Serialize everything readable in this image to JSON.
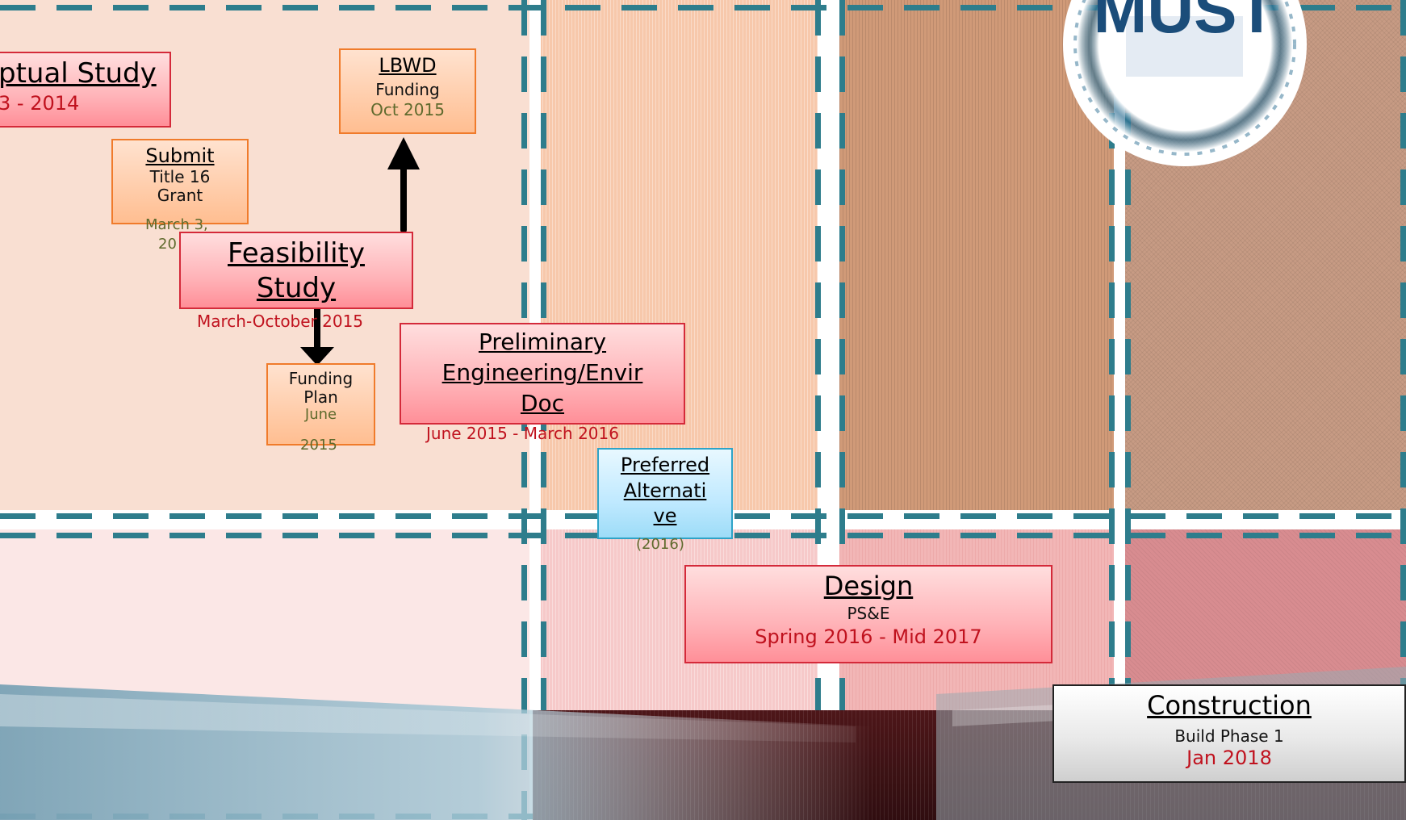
{
  "milestones": {
    "conceptual": {
      "title": "ptual Study",
      "date": "3 - 2014"
    },
    "submit": {
      "title": "Submit",
      "line1": "Title 16",
      "line2": "Grant",
      "date1": "March 3,",
      "date2": "20"
    },
    "lbwd": {
      "title": "LBWD",
      "sub": "Funding",
      "date": "Oct 2015"
    },
    "feasibility": {
      "title1": "Feasibility",
      "title2": "Study",
      "date": "March-October 2015"
    },
    "funding_plan": {
      "line1": "Funding",
      "line2": "Plan",
      "date1": "June",
      "date2": "2015"
    },
    "preliminary": {
      "title1": "Preliminary",
      "title2": "Engineering/Envir",
      "title3": "Doc",
      "date": "June 2015 - March 2016"
    },
    "preferred": {
      "title1": "Preferred",
      "title2": "Alternati",
      "title3": "ve",
      "date": "(2016)"
    },
    "design": {
      "title": "Design",
      "sub": "PS&E",
      "date": "Spring 2016 - Mid 2017"
    },
    "construction": {
      "title": "Construction",
      "sub": "Build Phase 1",
      "date": "Jan 2018"
    }
  },
  "logo": {
    "text": "MUST"
  }
}
